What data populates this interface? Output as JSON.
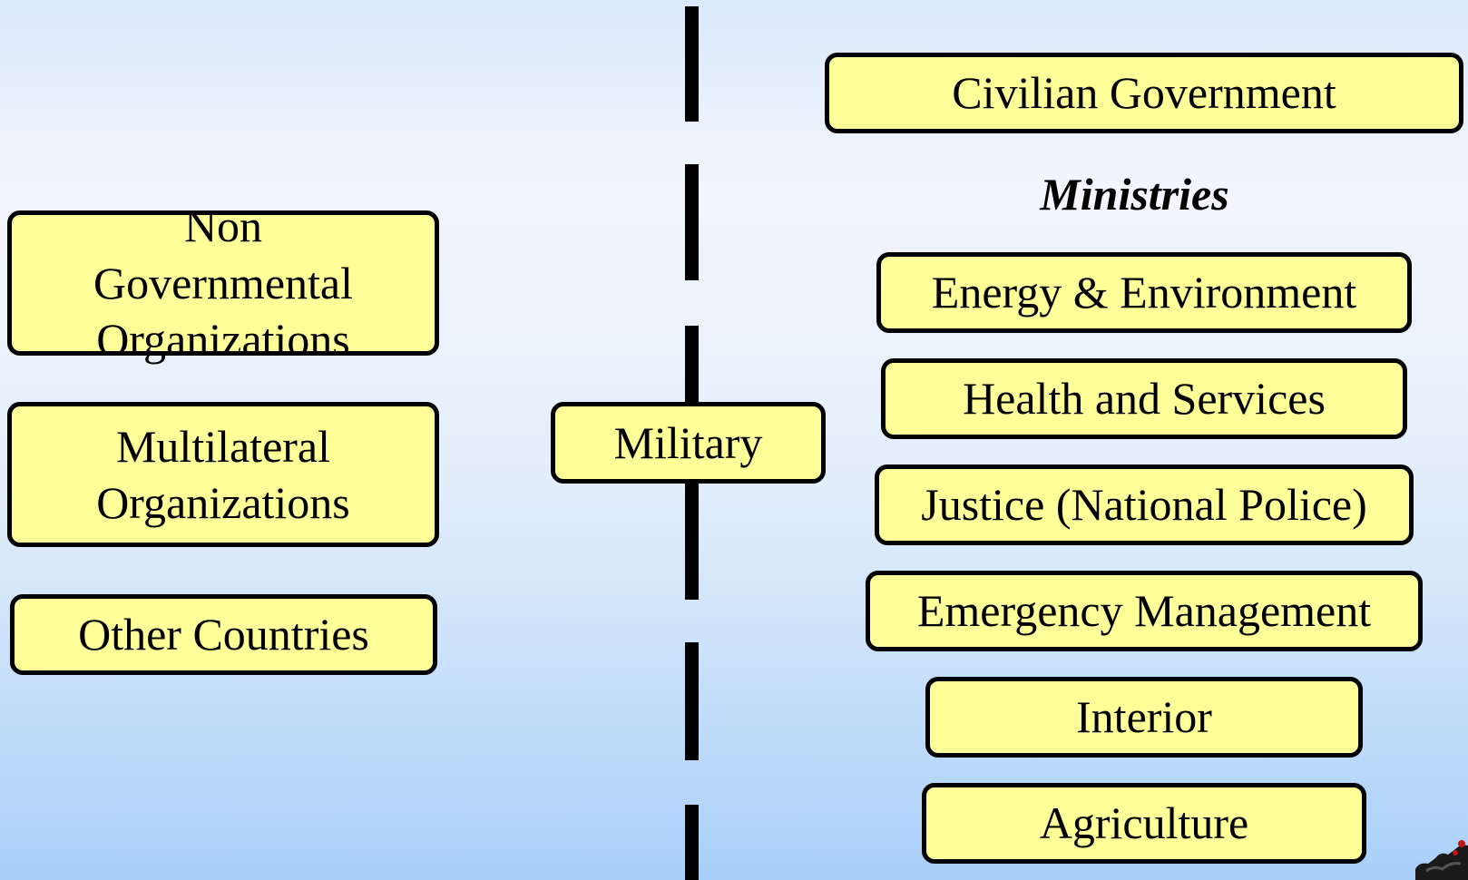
{
  "left_organizations": [
    "Non Governmental Organizations",
    "Multilateral Organizations",
    "Other Countries"
  ],
  "center": {
    "military": "Military"
  },
  "right": {
    "civilian_government": "Civilian Government",
    "ministries_heading": "Ministries",
    "ministries": [
      "Energy & Environment",
      "Health and Services",
      "Justice (National Police)",
      "Emergency Management",
      "Interior",
      "Agriculture"
    ]
  },
  "colors": {
    "box_fill": "#ffff99",
    "box_border": "#000000",
    "divider": "#000000"
  }
}
